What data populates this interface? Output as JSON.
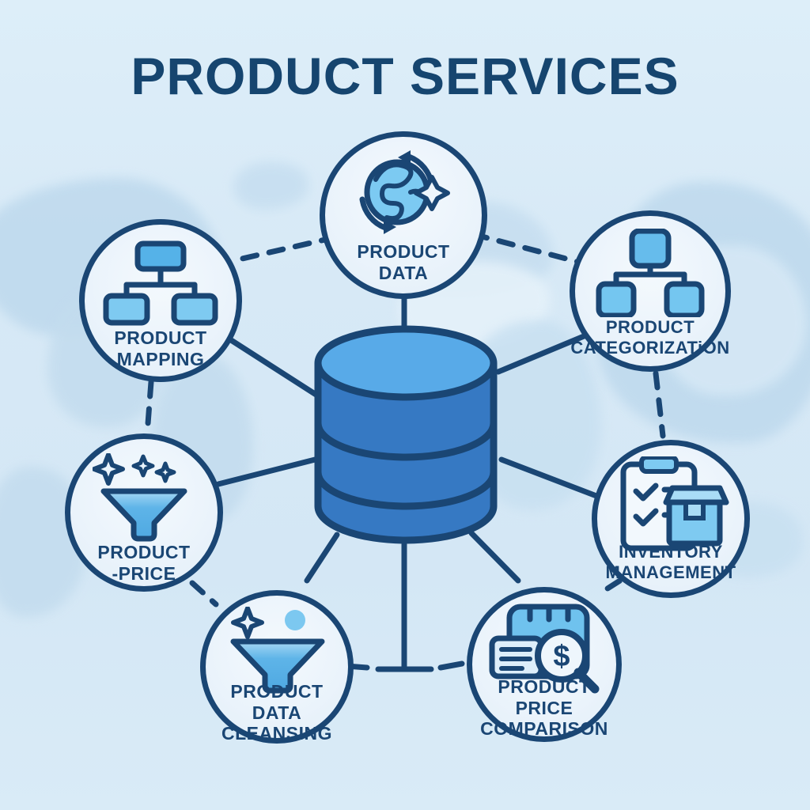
{
  "title": "PRODUCT SERVICES",
  "diagram": {
    "center": {
      "name": "product-database",
      "icon": "database-icon"
    },
    "nodes": [
      {
        "id": "product-data",
        "label": "PRODUCT\nDATA",
        "icon": "globe-sync-icon"
      },
      {
        "id": "product-mapping",
        "label": "PRODUCT\nMAPPING",
        "icon": "org-chart-icon"
      },
      {
        "id": "product-categorization",
        "label": "PRODUCT\nCATEGORIZATiON",
        "icon": "org-chart-squares-icon"
      },
      {
        "id": "product-price",
        "label": "PRODUCT\n-PRICE",
        "icon": "funnel-sparkles-icon"
      },
      {
        "id": "inventory-management",
        "label": "INVENTORY\nMANAGEMENT",
        "icon": "clipboard-package-icon"
      },
      {
        "id": "product-data-cleansing",
        "label": "PRODUCT\nDATA\nCLEANSING",
        "icon": "funnel-dot-icon"
      },
      {
        "id": "product-price-comparison",
        "label": "PRODUCT\nPRICE\nCOMPARISON",
        "icon": "price-search-icon"
      }
    ],
    "edges": [
      {
        "from": "product-data",
        "to": "product-database",
        "style": "solid"
      },
      {
        "from": "product-mapping",
        "to": "product-database",
        "style": "solid"
      },
      {
        "from": "product-price",
        "to": "product-database",
        "style": "solid"
      },
      {
        "from": "product-categorization",
        "to": "product-database",
        "style": "solid"
      },
      {
        "from": "inventory-management",
        "to": "product-database",
        "style": "solid"
      },
      {
        "from": "product-data-cleansing",
        "to": "product-database",
        "style": "solid"
      },
      {
        "from": "product-price-comparison",
        "to": "product-database",
        "style": "solid"
      },
      {
        "from": "product-data",
        "to": "product-mapping",
        "style": "dashed"
      },
      {
        "from": "product-data",
        "to": "product-categorization",
        "style": "dashed"
      },
      {
        "from": "product-mapping",
        "to": "product-price",
        "style": "dashed"
      },
      {
        "from": "product-categorization",
        "to": "inventory-management",
        "style": "dashed"
      },
      {
        "from": "product-price",
        "to": "product-data-cleansing",
        "style": "dashed"
      },
      {
        "from": "inventory-management",
        "to": "product-price-comparison",
        "style": "dashed"
      }
    ]
  },
  "icons": {
    "dollar_glyph": "$"
  },
  "colors": {
    "background": "#d8eaf6",
    "map_landmass": "#bed9ed",
    "navy_outline": "#1a4674",
    "title_text": "#16456f",
    "node_fill": "#ecf4fb",
    "icon_light_blue": "#7ccaf2",
    "icon_mid_blue": "#55b2e8",
    "database_top": "#58aae8",
    "database_body": "#3679c3"
  }
}
